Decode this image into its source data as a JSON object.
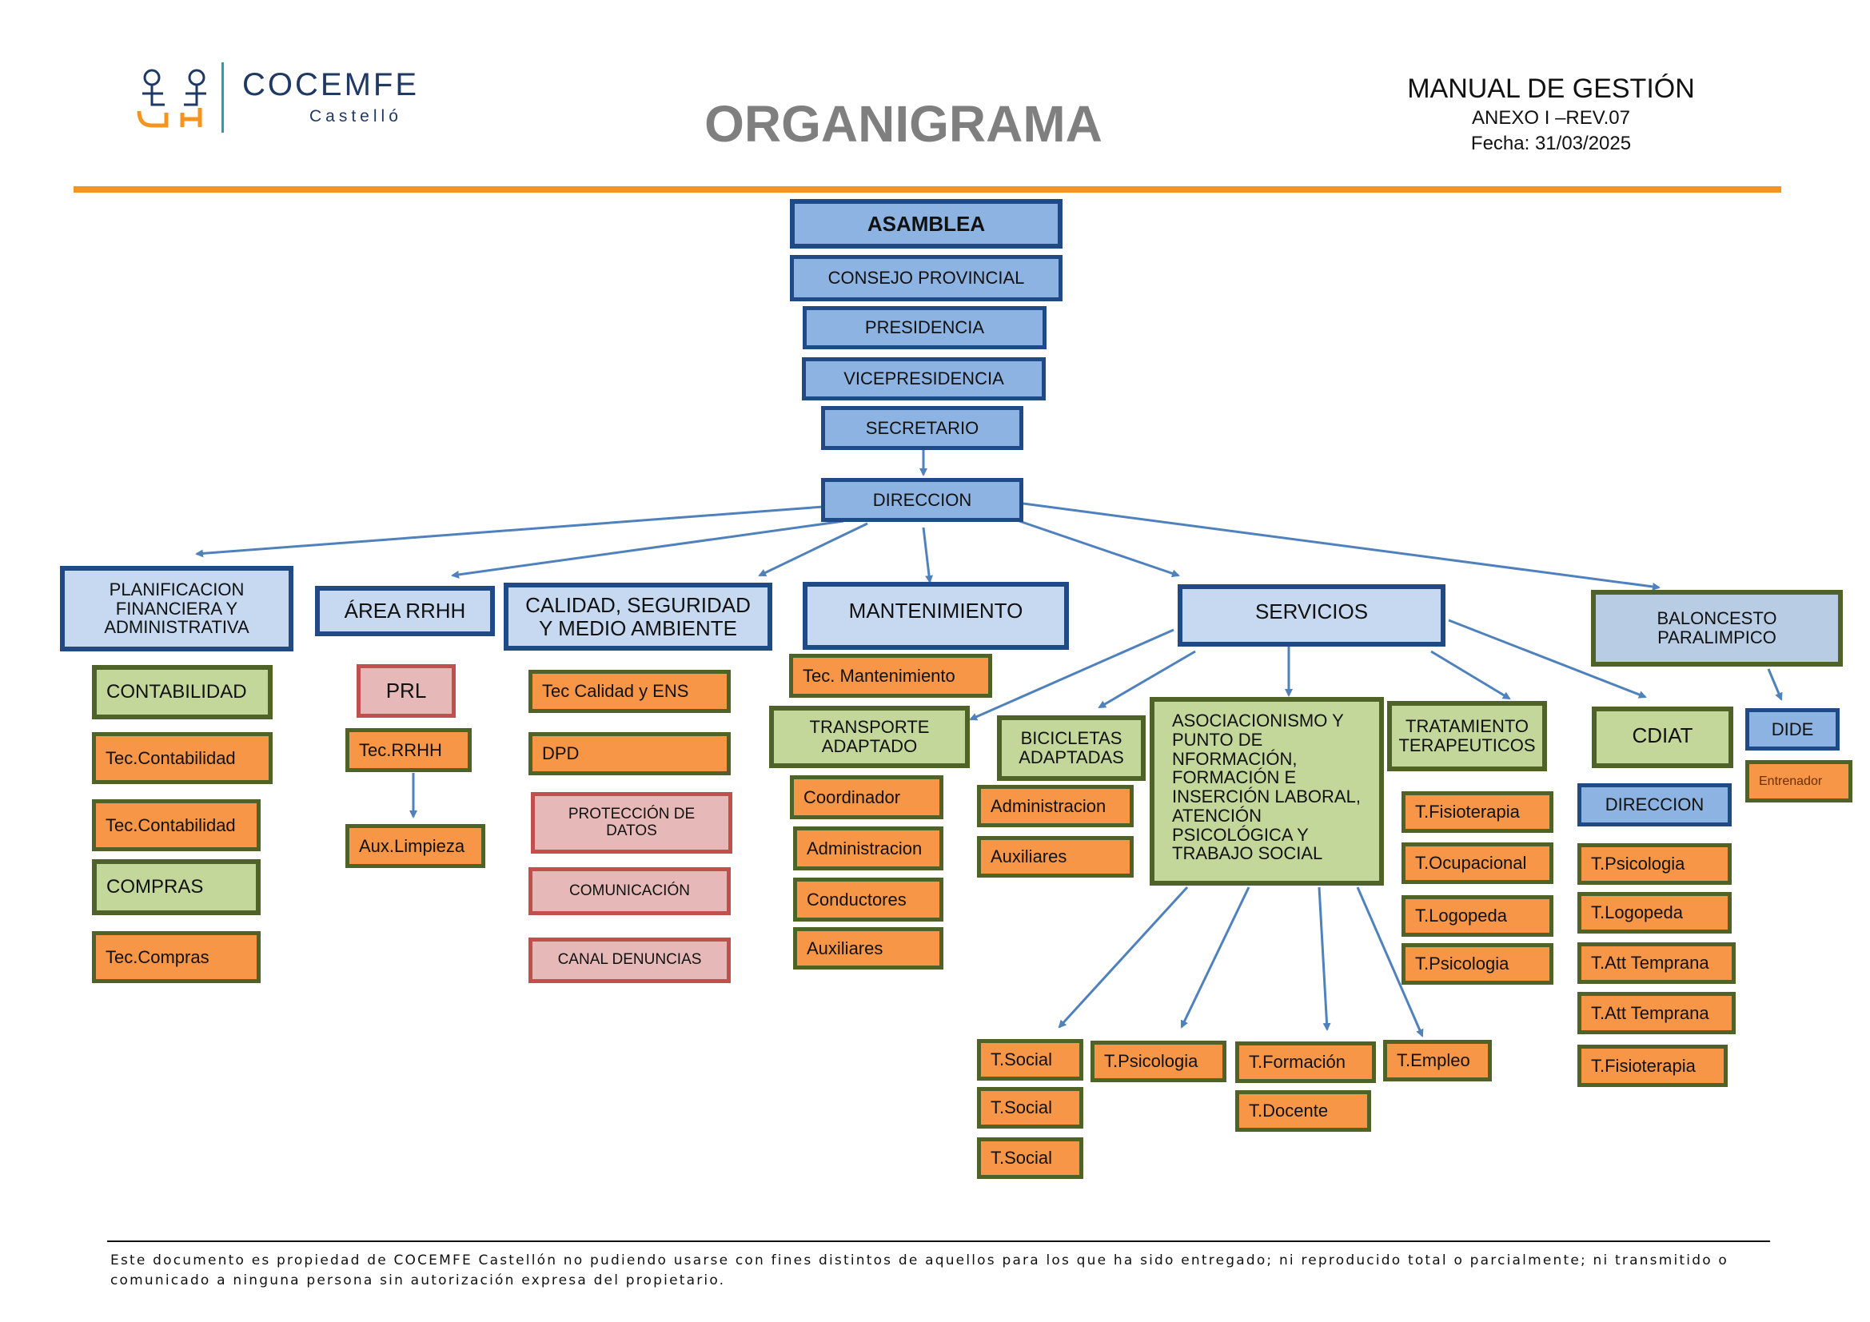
{
  "header": {
    "logo_name": "COCEMFE",
    "logo_subname": "Castelló",
    "title": "ORGANIGRAMA",
    "manual": "MANUAL DE GESTIÓN",
    "annex": "ANEXO I –REV.07",
    "date": "Fecha: 31/03/2025"
  },
  "colors": {
    "accent_line": "#f7941d",
    "governance_fill": "#8db3e2",
    "governance_border": "#1f4a86",
    "area_fill": "#c6d9f1",
    "section_fill": "#c4d79b",
    "section_border": "#4f6228",
    "staff_fill": "#f79646",
    "compliance_fill": "#e6b9b8",
    "compliance_border": "#c0504d",
    "connector": "#4f81bd"
  },
  "governance": {
    "asamblea": "ASAMBLEA",
    "consejo": "CONSEJO PROVINCIAL",
    "presidencia": "PRESIDENCIA",
    "vicepresidencia": "VICEPRESIDENCIA",
    "secretario": "SECRETARIO",
    "direccion": "DIRECCION"
  },
  "planificacion": {
    "title": "PLANIFICACION FINANCIERA Y ADMINISTRATIVA",
    "contabilidad": "CONTABILIDAD",
    "tec_contabilidad_1": "Tec.Contabilidad",
    "tec_contabilidad_2": "Tec.Contabilidad",
    "compras": "COMPRAS",
    "tec_compras": "Tec.Compras"
  },
  "rrhh": {
    "title": "ÁREA RRHH",
    "prl": "PRL",
    "tec_rrhh": "Tec.RRHH",
    "aux_limpieza": "Aux.Limpieza"
  },
  "calidad": {
    "title": "CALIDAD, SEGURIDAD Y MEDIO AMBIENTE",
    "tec_calidad": "Tec Calidad y ENS",
    "dpd": "DPD",
    "proteccion": "PROTECCIÓN DE DATOS",
    "comunicacion": "COMUNICACIÓN",
    "canal": "CANAL DENUNCIAS"
  },
  "mantenimiento": {
    "title": "MANTENIMIENTO",
    "tec": "Tec. Mantenimiento"
  },
  "servicios": {
    "title": "SERVICIOS",
    "transporte": {
      "title": "TRANSPORTE ADAPTADO",
      "staff": [
        "Coordinador",
        "Administracion",
        "Conductores",
        "Auxiliares"
      ]
    },
    "bicicletas": {
      "title": "BICICLETAS ADAPTADAS",
      "staff": [
        "Administracion",
        "Auxiliares"
      ]
    },
    "asociacionismo": {
      "title": "ASOCIACIONISMO Y PUNTO DE NFORMACIÓN, FORMACIÓN E INSERCIÓN LABORAL, ATENCIÓN PSICOLÓGICA Y TRABAJO SOCIAL",
      "social": [
        "T.Social",
        "T.Social",
        "T.Social"
      ],
      "psicologia": "T.Psicologia",
      "formacion": "T.Formación",
      "docente": "T.Docente",
      "empleo": "T.Empleo"
    },
    "tratamiento": {
      "title": "TRATAMIENTO TERAPEUTICOS",
      "staff": [
        "T.Fisioterapia",
        "T.Ocupacional",
        "T.Logopeda",
        "T.Psicologia"
      ]
    },
    "cdiat": {
      "title": "CDIAT",
      "direccion": "DIRECCION",
      "staff": [
        "T.Psicologia",
        "T.Logopeda",
        "T.Att Temprana",
        "T.Att Temprana",
        "T.Fisioterapia"
      ]
    }
  },
  "baloncesto": {
    "title": "BALONCESTO PARALIMPICO",
    "dide": "DIDE",
    "entrenador": "Entrenador"
  },
  "footer": {
    "text": "Este documento es propiedad de COCEMFE Castellón no pudiendo usarse con fines distintos de aquellos para los que ha sido entregado; ni reproducido total o parcialmente; ni transmitido o comunicado a ninguna persona sin autorización expresa del propietario."
  }
}
